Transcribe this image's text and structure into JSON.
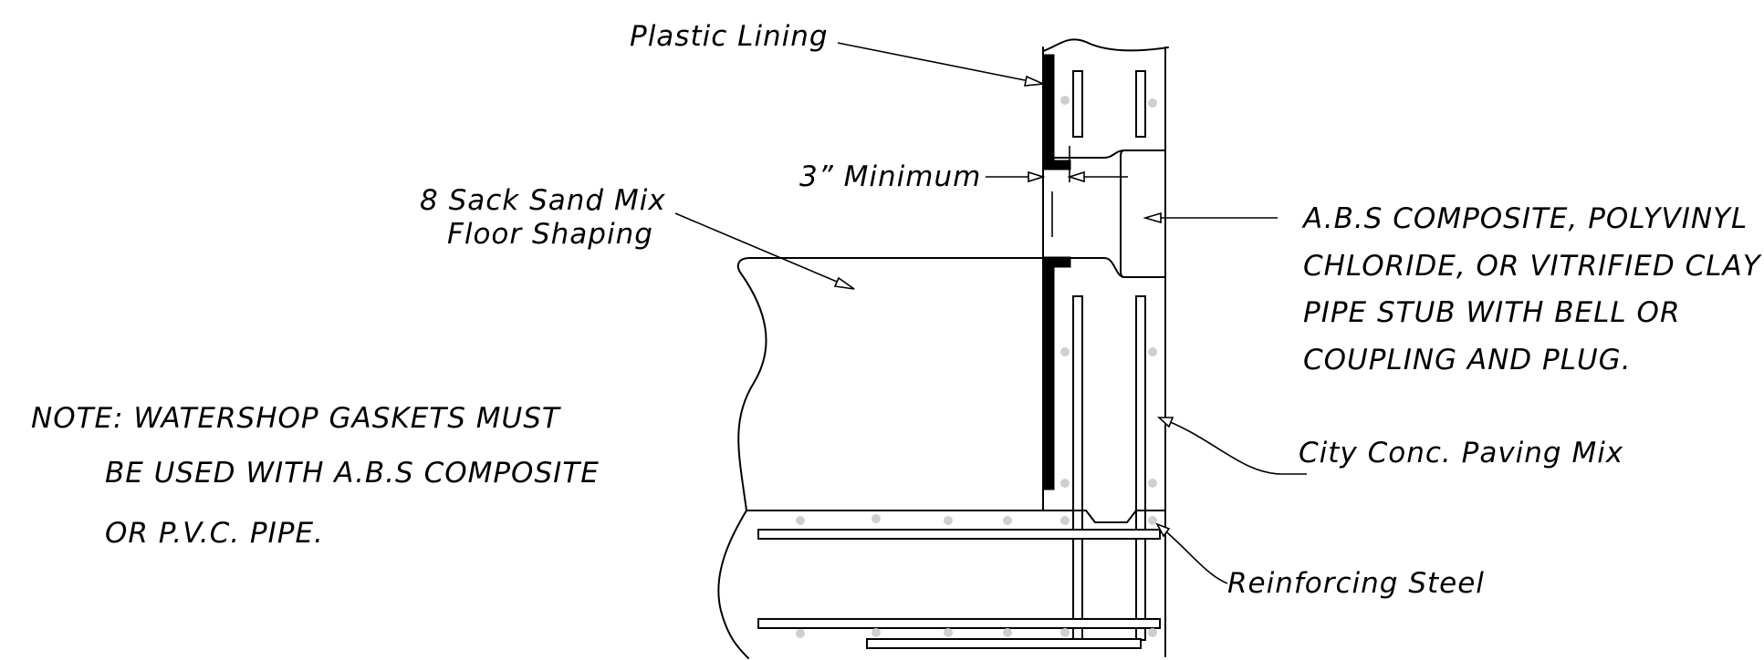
{
  "labels": {
    "plastic_lining": "Plastic Lining",
    "three_minimum": "3” Minimum",
    "sand_mix_line1": "8 Sack Sand Mix",
    "sand_mix_line2": "Floor Shaping",
    "pipe_stub_line1": "A.B.S COMPOSITE, POLYVINYL",
    "pipe_stub_line2": "CHLORIDE, OR VITRIFIED CLAY",
    "pipe_stub_line3": "PIPE STUB WITH BELL OR",
    "pipe_stub_line4": "COUPLING AND PLUG.",
    "paving_mix": "City Conc. Paving Mix",
    "reinforcing_steel": "Reinforcing Steel"
  },
  "note": {
    "line1": "NOTE:  WATERSHOP GASKETS MUST",
    "line2": "BE USED WITH A.B.S COMPOSITE",
    "line3": "OR P.V.C. PIPE."
  },
  "colors": {
    "ink": "#000000",
    "rebar_dot": "#cfcfcf",
    "background": "#ffffff"
  }
}
